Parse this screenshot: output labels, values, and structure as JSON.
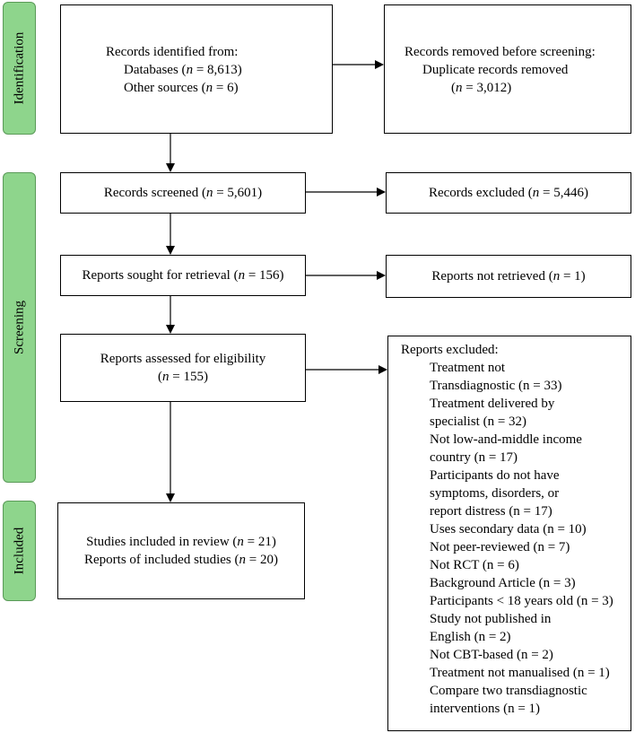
{
  "stages": {
    "identification": "Identification",
    "screening": "Screening",
    "included": "Included"
  },
  "identified": {
    "title": "Records identified from:",
    "databases": "Databases (",
    "databases_n": "n",
    "databases_val": " = 8,613)",
    "other": "Other sources (",
    "other_n": "n",
    "other_val": " = 6)"
  },
  "removed": {
    "title": "Records removed before screening:",
    "dup": "Duplicate records removed",
    "paren": "(",
    "n": "n",
    "val": " = 3,012)"
  },
  "screened": {
    "pre": "Records screened (",
    "n": "n",
    "val": " = 5,601)"
  },
  "excluded": {
    "pre": "Records excluded (",
    "n": "n",
    "val": " = 5,446)"
  },
  "sought": {
    "pre": "Reports sought for retrieval (",
    "n": "n",
    "val": " = 156)"
  },
  "not_retrieved": {
    "pre": "Reports not retrieved (",
    "n": "n",
    "val": " = 1)"
  },
  "assessed": {
    "line1": "Reports assessed for eligibility",
    "paren": "(",
    "n": "n",
    "val": " = 155)"
  },
  "included": {
    "studies_pre": "Studies included in review (",
    "studies_n": "n",
    "studies_val": " = 21)",
    "reports_pre": "Reports of included studies (",
    "reports_n": "n",
    "reports_val": " = 20)"
  },
  "reports_excluded": {
    "title": "Reports excluded:",
    "lines": [
      "Treatment not",
      "Transdiagnostic (n = 33)",
      "Treatment delivered by",
      "specialist (n = 32)",
      "Not low-and-middle income",
      "country (n = 17)",
      "Participants do not have",
      "symptoms, disorders, or",
      "report distress (n = 17)",
      "Uses secondary data (n = 10)",
      "Not peer-reviewed (n = 7)",
      "Not RCT (n = 6)",
      "Background Article (n = 3)",
      "Participants < 18 years old (n = 3)",
      "Study not published in",
      "English (n = 2)",
      "Not CBT-based (n = 2)",
      "Treatment not manualised (n = 1)",
      "Compare two transdiagnostic",
      "interventions (n = 1)"
    ]
  }
}
